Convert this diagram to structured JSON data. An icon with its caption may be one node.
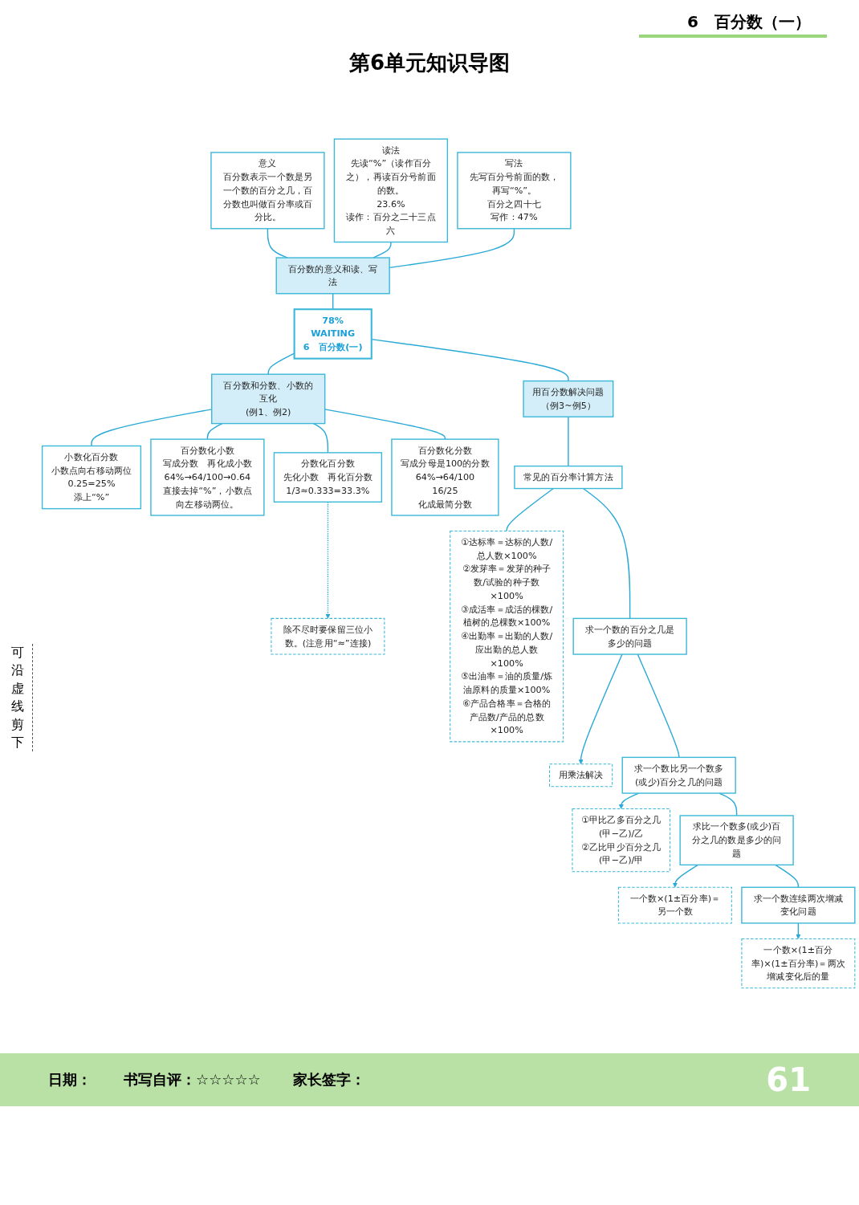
{
  "diagram": {
    "title": "第6单元知识导图",
    "nodes": [
      {
        "text": [
          "78%",
          "WAITING",
          "6　百分数(一)"
        ]
      },
      {
        "text": [
          "百分数的意义和读、写法"
        ]
      },
      {
        "text": [
          "意义",
          "百分数表示一个数是另一个数的百分之几，百分数也叫做百分率或百分比。"
        ]
      },
      {
        "text": [
          "读法",
          "先读“%”（读作百分之），再读百分号前面的数。",
          "23.6%",
          "读作：百分之二十三点六"
        ]
      },
      {
        "text": [
          "写法",
          "先写百分号前面的数，再写“%”。",
          "百分之四十七",
          "写作：47%"
        ]
      },
      {
        "text": [
          "百分数和分数、小数的互化",
          "(例1、例2)"
        ]
      },
      {
        "text": [
          "小数化百分数",
          "小数点向右移动两位",
          "0.25=25%",
          "添上“%”"
        ]
      },
      {
        "text": [
          "百分数化小数",
          "写成分数　再化成小数",
          "64%→64/100→0.64",
          "直接去掉“%”，小数点向左移动两位。"
        ]
      },
      {
        "text": [
          "分数化百分数",
          "先化小数　再化百分数",
          "1/3≈0.333=33.3%"
        ]
      },
      {
        "text": [
          "除不尽时要保留三位小数。(注意用“≈”连接)"
        ]
      },
      {
        "text": [
          "百分数化分数",
          "写成分母是100的分数",
          "64%→64/100",
          "16/25",
          "化成最简分数"
        ]
      },
      {
        "text": [
          "用百分数解决问题",
          "（例3~例5）"
        ]
      },
      {
        "text": [
          "常见的百分率计算方法"
        ]
      },
      {
        "text": [
          "①达标率＝达标的人数/总人数×100%",
          "②发芽率＝发芽的种子数/试验的种子数×100%",
          "③成活率＝成活的棵数/植树的总棵数×100%",
          "④出勤率＝出勤的人数/应出勤的总人数×100%",
          "⑤出油率＝油的质量/炼油原料的质量×100%",
          "⑥产品合格率＝合格的产品数/产品的总数×100%"
        ]
      },
      {
        "text": [
          "求一个数的百分之几是多少的问题"
        ]
      },
      {
        "text": [
          "用乘法解决"
        ]
      },
      {
        "text": [
          "求一个数比另一个数多(或少)百分之几的问题"
        ]
      },
      {
        "text": [
          "①甲比乙多百分之几",
          "(甲−乙)/乙",
          "②乙比甲少百分之几",
          "(甲−乙)/甲"
        ]
      },
      {
        "text": [
          "求比一个数多(或少)百分之几的数是多少的问题"
        ]
      },
      {
        "text": [
          "一个数×(1±百分率)＝另一个数"
        ]
      },
      {
        "text": [
          "求一个数连续两次增减变化问题"
        ]
      },
      {
        "text": [
          "一个数×(1±百分率)×(1±百分率)＝两次增减变化后的量"
        ]
      }
    ],
    "edges": [
      {
        "from": 0,
        "to": 1,
        "arrow": "none"
      },
      {
        "from": 1,
        "to": 2,
        "arrow": "none"
      },
      {
        "from": 1,
        "to": 3,
        "arrow": "none"
      },
      {
        "from": 1,
        "to": 4,
        "arrow": "none"
      },
      {
        "from": 0,
        "to": 5,
        "arrow": "none"
      },
      {
        "from": 5,
        "to": 6,
        "arrow": "none"
      },
      {
        "from": 5,
        "to": 7,
        "arrow": "none"
      },
      {
        "from": 5,
        "to": 8,
        "arrow": "none"
      },
      {
        "from": 8,
        "to": 9,
        "arrow": "to",
        "style": "dashed"
      },
      {
        "from": 5,
        "to": 10,
        "arrow": "none"
      },
      {
        "from": 0,
        "to": 11,
        "arrow": "none"
      },
      {
        "from": 11,
        "to": 12,
        "arrow": "none"
      },
      {
        "from": 12,
        "to": 13,
        "arrow": "none"
      },
      {
        "from": 12,
        "to": 14,
        "arrow": "none"
      },
      {
        "from": 14,
        "to": 15,
        "arrow": "to"
      },
      {
        "from": 14,
        "to": 16,
        "arrow": "none"
      },
      {
        "from": 16,
        "to": 17,
        "arrow": "to"
      },
      {
        "from": 16,
        "to": 18,
        "arrow": "none"
      },
      {
        "from": 18,
        "to": 19,
        "arrow": "to"
      },
      {
        "from": 18,
        "to": 20,
        "arrow": "none"
      },
      {
        "from": 20,
        "to": 21,
        "arrow": "to"
      }
    ],
    "labels": [
      "6　百分数（一）",
      "可沿虚线剪下",
      "日期：",
      "书写自评：☆☆☆☆☆",
      "家长签字：",
      "61"
    ]
  }
}
